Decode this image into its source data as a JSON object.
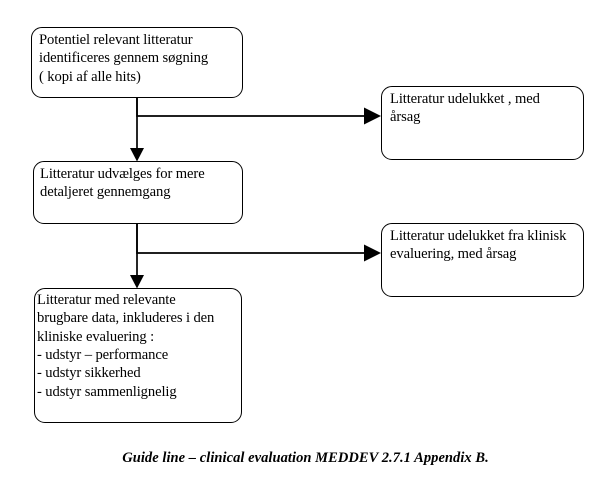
{
  "figure": {
    "caption": "Guide line – clinical evaluation MEDDEV 2.7.1  Appendix B.",
    "language": "Danish",
    "background_color": "#ffffff",
    "line_color": "#000000"
  },
  "nodes": {
    "search": {
      "id": "search",
      "text": "Potentiel relevant litteratur\nidentificeres gennem søgning\n( kopi af alle hits)"
    },
    "excluded_1": {
      "id": "excluded-1",
      "text": "Litteratur udelukket , med\nårsag"
    },
    "select": {
      "id": "select",
      "text": "Litteratur udvælges for mere\ndetaljeret gennemgang"
    },
    "excluded_2": {
      "id": "excluded-2",
      "text": "Litteratur udelukket fra klinisk\nevaluering, med årsag"
    },
    "included": {
      "id": "included",
      "text": "Litteratur med relevante\nbrugbare data, inkluderes i den\nkliniske evaluering :\n- udstyr – performance\n- udstyr sikkerhed\n- udstyr sammenlignelig"
    }
  },
  "connectors": [
    {
      "name": "search-to-select",
      "from": "search",
      "to": "select",
      "direction": "down",
      "arrowhead": true
    },
    {
      "name": "search-to-excluded-1",
      "from": "search",
      "to": "excluded_1",
      "direction": "right",
      "arrowhead": true
    },
    {
      "name": "select-to-included",
      "from": "select",
      "to": "included",
      "direction": "down",
      "arrowhead": true
    },
    {
      "name": "select-to-excluded-2",
      "from": "select",
      "to": "excluded_2",
      "direction": "right",
      "arrowhead": true
    }
  ]
}
